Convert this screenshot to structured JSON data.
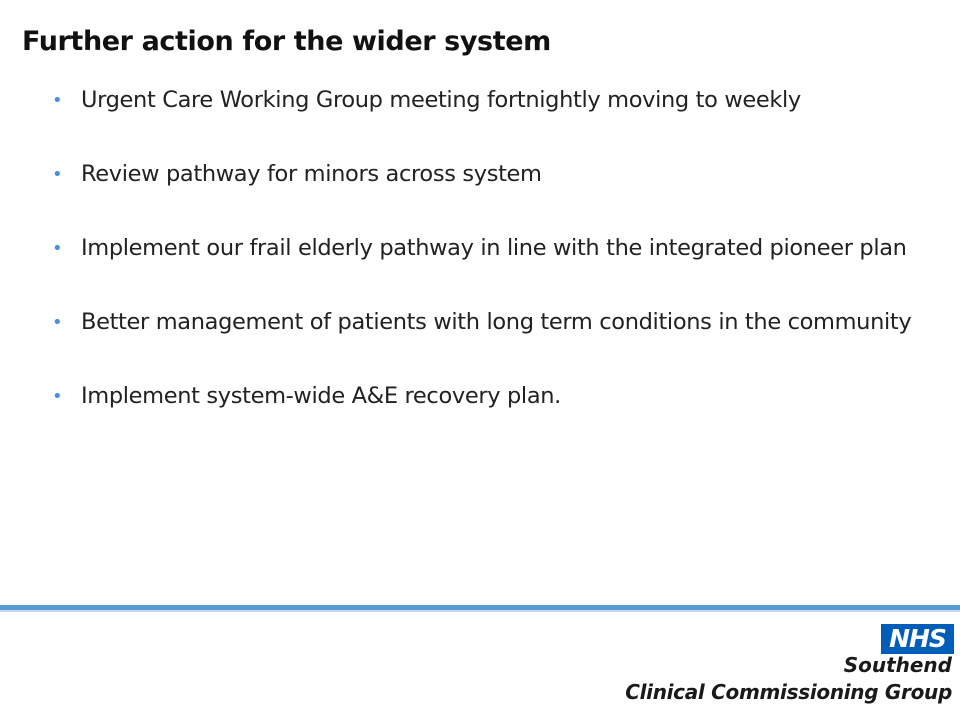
{
  "slide": {
    "title": "Further action for the wider system",
    "bullets": [
      {
        "text": "Urgent Care Working Group meeting fortnightly moving to weekly"
      },
      {
        "text": "Review pathway for minors across system"
      },
      {
        "text": "Implement our frail elderly pathway in line with the integrated pioneer plan"
      },
      {
        "text": "Better management of patients with long term conditions in the community"
      },
      {
        "text": "Implement system-wide A&E recovery plan."
      }
    ]
  },
  "footer": {
    "logo_text": "NHS",
    "org_name_line1": "Southend",
    "org_name_line2": "Clinical Commissioning Group"
  },
  "colors": {
    "accent": "#5b9bd5",
    "bullet": "#4a90d9",
    "nhs_blue": "#005eb8"
  }
}
